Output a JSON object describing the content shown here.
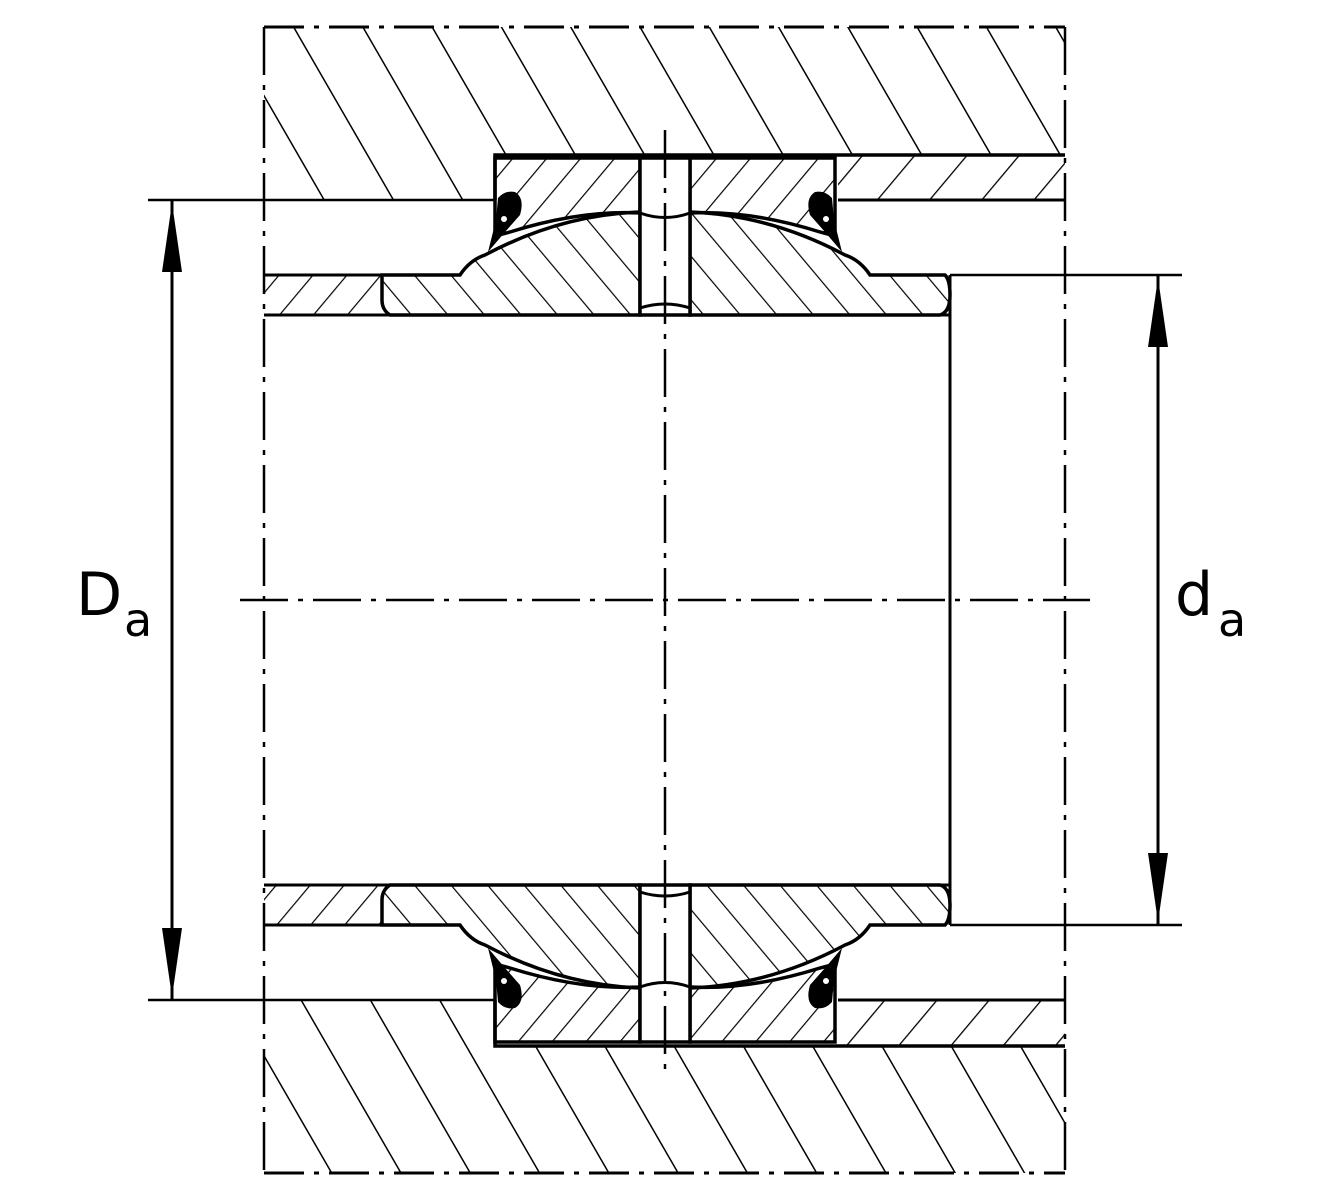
{
  "drawing": {
    "type": "technical cross-section",
    "subject": "sealed spherical plain bearing mounted in housing on shaft",
    "stroke_color": "#000000",
    "background_color": "#ffffff"
  },
  "dimensions": {
    "left": {
      "symbol": "D",
      "subscript": "a",
      "description": "housing abutment diameter"
    },
    "right": {
      "symbol": "d",
      "subscript": "a",
      "description": "shaft abutment diameter"
    }
  }
}
